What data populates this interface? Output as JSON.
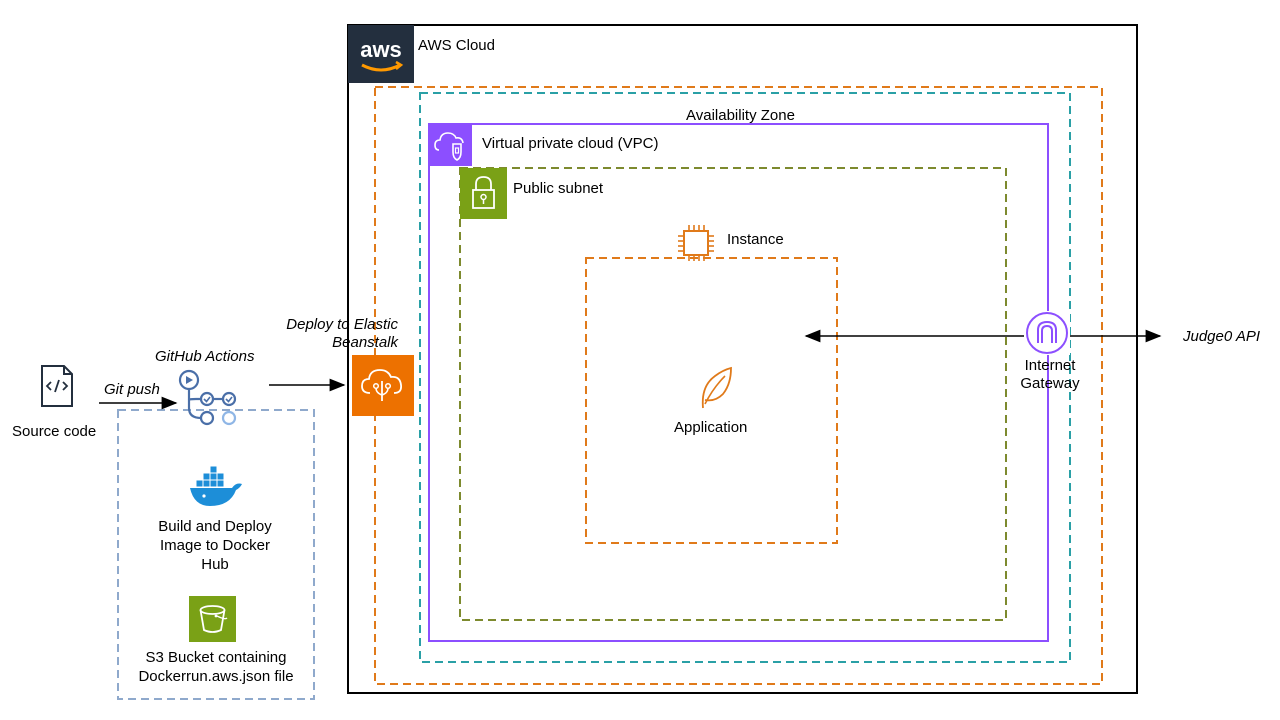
{
  "aws_cloud": {
    "label": "AWS Cloud",
    "logo_text": "aws"
  },
  "availability_zone": {
    "label": "Availability Zone"
  },
  "vpc": {
    "label": "Virtual private cloud (VPC)"
  },
  "public_subnet": {
    "label": "Public subnet"
  },
  "instance": {
    "label": "Instance"
  },
  "application": {
    "label": "Application"
  },
  "internet_gateway": {
    "label_line1": "Internet",
    "label_line2": "Gateway"
  },
  "external_api": {
    "label": "Judge0 API"
  },
  "source_code": {
    "label": "Source code"
  },
  "git_push": {
    "label": "Git push"
  },
  "github_actions": {
    "label": "GitHub Actions"
  },
  "deploy": {
    "label_line1": "Deploy to Elastic",
    "label_line2": "Beanstalk"
  },
  "docker_step": {
    "line1": "Build and Deploy",
    "line2": "Image to Docker",
    "line3": "Hub"
  },
  "s3_step": {
    "line1": "S3 Bucket containing",
    "line2": "Dockerrun.aws.json file"
  },
  "colors": {
    "aws_squid": "#232f3e",
    "orange": "#e07a1a",
    "teal": "#2aa0a6",
    "purple": "#8c4fff",
    "green": "#7aa116",
    "olive": "#7d8a2e",
    "blue_dash": "#8fa9cc",
    "docker_blue": "#1d8ed8",
    "beanstalk_orange": "#ed7100"
  },
  "icons": [
    "aws-logo-icon",
    "vpc-cloud-icon",
    "lock-icon",
    "chip-icon",
    "leaf-icon",
    "internet-gateway-icon",
    "source-code-file-icon",
    "github-actions-icon",
    "docker-whale-icon",
    "s3-bucket-icon",
    "elastic-beanstalk-icon"
  ]
}
